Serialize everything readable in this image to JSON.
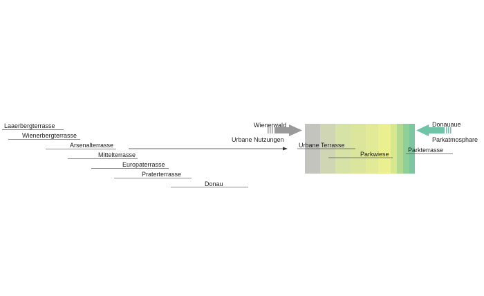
{
  "terraces": [
    {
      "name": "Laaerbergterrasse"
    },
    {
      "name": "Wienerbergterrasse"
    },
    {
      "name": "Arsenalterrasse"
    },
    {
      "name": "Mittelterrasse"
    },
    {
      "name": "Europaterrasse"
    },
    {
      "name": "Praterterrasse"
    },
    {
      "name": "Donau"
    }
  ],
  "left_inflow": {
    "top_label": "Wienerwald",
    "bottom_label": "Urbane Nutzungen"
  },
  "right_inflow": {
    "top_label": "Donauaue",
    "bottom_label": "Parkatmosphare"
  },
  "zones": {
    "left": "Urbane Terrasse",
    "middle": "Parkwiese",
    "right": "Parkterrasse"
  },
  "colors": {
    "left_arrow": "#9a9a9a",
    "right_arrow": "#6fc3a6",
    "strips": [
      "#c4c4be",
      "#d0d6b4",
      "#d7e2a6",
      "#dbe69c",
      "#e2ea98",
      "#eaf08f",
      "#d6e78e",
      "#b3d890",
      "#8fcf98",
      "#7cc7a2"
    ]
  }
}
